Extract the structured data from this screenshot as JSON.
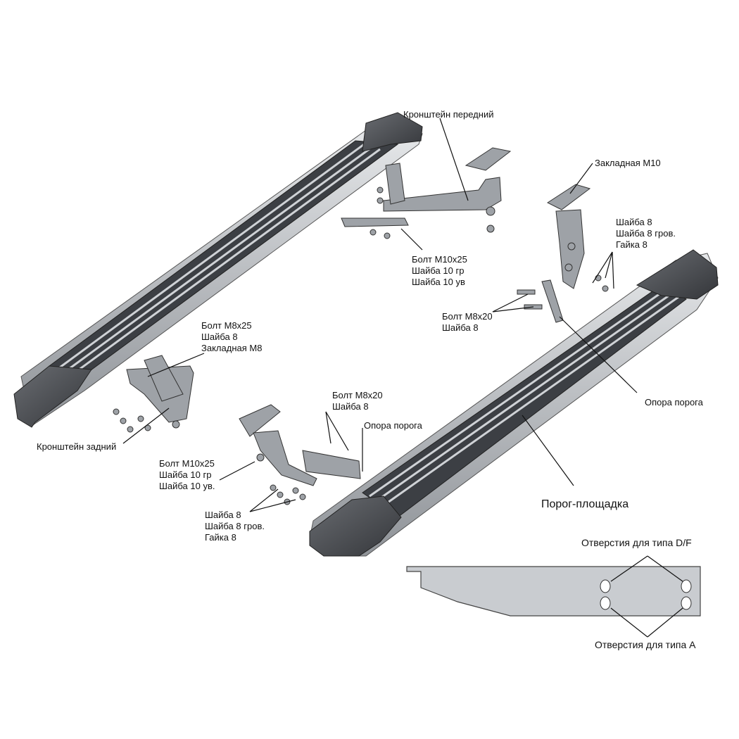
{
  "labels": {
    "bracket_front": "Кронштейн передний",
    "embed_m10": "Закладная М10",
    "front_bolt_group": [
      "Болт М10х25",
      "Шайба 10 гр",
      "Шайба 10 ув"
    ],
    "right_nut_group": [
      "Шайба 8",
      "Шайба 8 гров.",
      "Гайка 8"
    ],
    "right_bolt_m8": [
      "Болт М8х20",
      "Шайба 8"
    ],
    "support_right": "Опора порога",
    "rear_top_group": [
      "Болт М8х25",
      "Шайба 8",
      "Закладная М8"
    ],
    "bracket_rear": "Кронштейн задний",
    "mid_bolt_m8": [
      "Болт М8х20",
      "Шайба 8"
    ],
    "support_mid": "Опора порога",
    "rear_bolt_m10": [
      "Болт М10х25",
      "Шайба 10 гр",
      "Шайба 10 ув."
    ],
    "rear_nut_group": [
      "Шайба 8",
      "Шайба 8 гров.",
      "Гайка 8"
    ],
    "step_platform": "Порог-площадка",
    "holes_df": "Отверстия для типа D/F",
    "holes_a": "Отверстия для типа А"
  },
  "colors": {
    "steel": "#b9bcc0",
    "dark": "#4a4d52",
    "rubber": "#2e3034",
    "line": "#111111"
  }
}
